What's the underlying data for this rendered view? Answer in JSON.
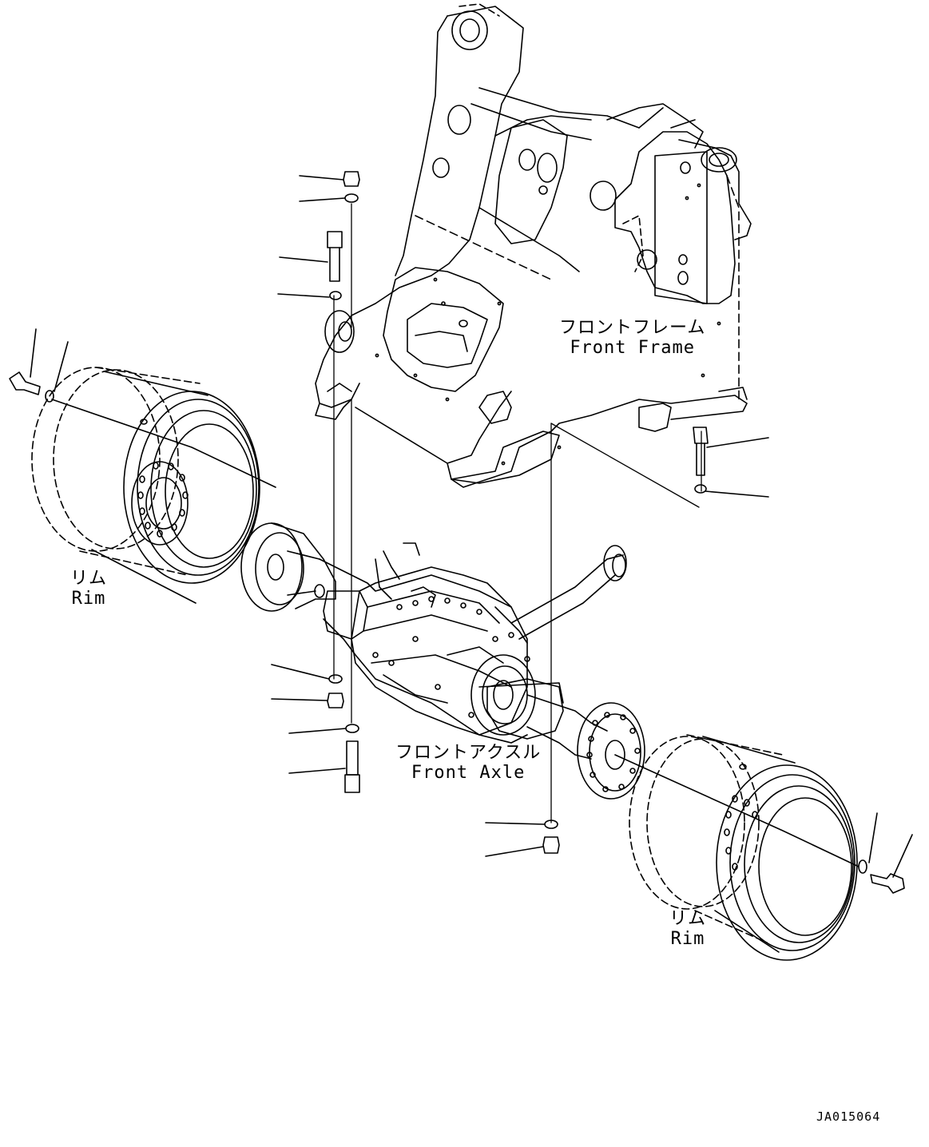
{
  "labels": {
    "front_frame": {
      "jp": "フロントフレーム",
      "en": "Front Frame"
    },
    "front_axle": {
      "jp": "フロントアクスル",
      "en": "Front Axle"
    },
    "rim_left": {
      "jp": "リム",
      "en": "Rim"
    },
    "rim_right": {
      "jp": "リム",
      "en": "Rim"
    }
  },
  "drawing_code": "JA015064"
}
